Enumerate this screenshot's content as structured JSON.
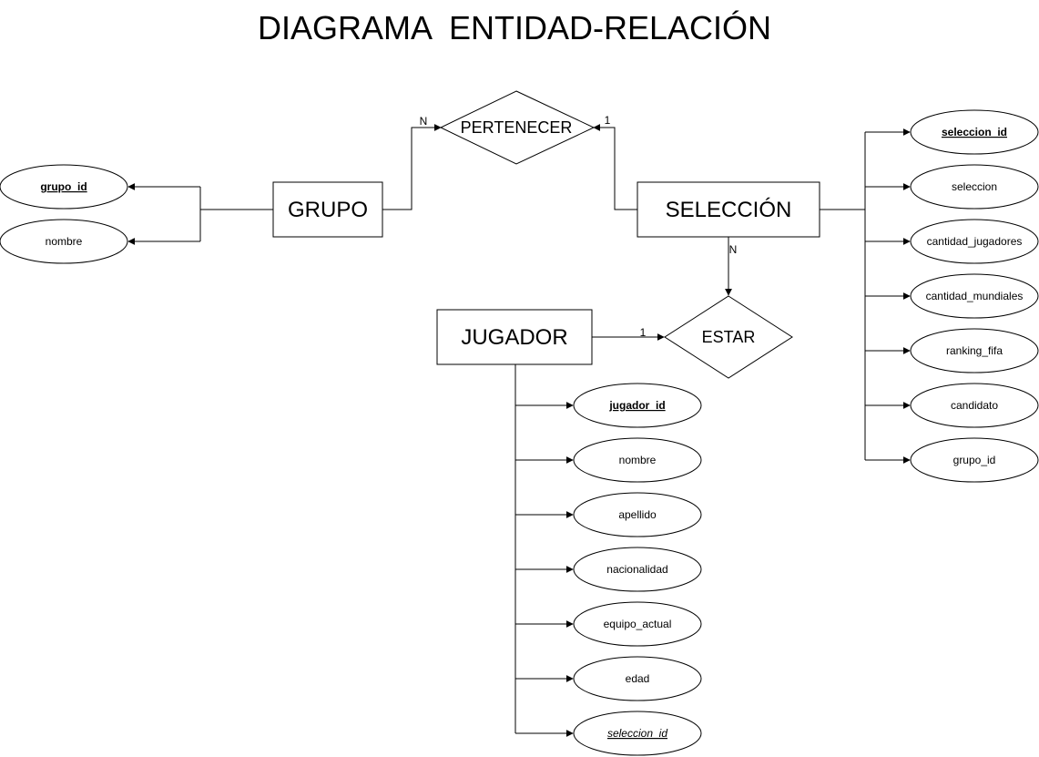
{
  "title": "DIAGRAMA  ENTIDAD-RELACIÓN",
  "colors": {
    "stroke": "#000000",
    "fill": "#ffffff",
    "text": "#000000"
  },
  "entities": {
    "grupo": "GRUPO",
    "seleccion": "SELECCIÓN",
    "jugador": "JUGADOR"
  },
  "relations": {
    "pertenecer": "PERTENECER",
    "estar": "ESTAR"
  },
  "cardinalities": {
    "grupo_pertenecer": "N",
    "seleccion_pertenecer": "1",
    "seleccion_estar": "N",
    "jugador_estar": "1"
  },
  "attributes": {
    "grupo": [
      {
        "label": "grupo_id",
        "kind": "key"
      },
      {
        "label": "nombre",
        "kind": "plain"
      }
    ],
    "seleccion": [
      {
        "label": "seleccion_id",
        "kind": "key"
      },
      {
        "label": "seleccion",
        "kind": "plain"
      },
      {
        "label": "cantidad_jugadores",
        "kind": "plain"
      },
      {
        "label": "cantidad_mundiales",
        "kind": "plain"
      },
      {
        "label": "ranking_fifa",
        "kind": "plain"
      },
      {
        "label": "candidato",
        "kind": "plain"
      },
      {
        "label": "grupo_id",
        "kind": "plain"
      }
    ],
    "jugador": [
      {
        "label": "jugador_id",
        "kind": "key"
      },
      {
        "label": "nombre",
        "kind": "plain"
      },
      {
        "label": "apellido",
        "kind": "plain"
      },
      {
        "label": "nacionalidad",
        "kind": "plain"
      },
      {
        "label": "equipo_actual",
        "kind": "plain"
      },
      {
        "label": "edad",
        "kind": "plain"
      },
      {
        "label": "seleccion_id",
        "kind": "foreign"
      }
    ]
  }
}
